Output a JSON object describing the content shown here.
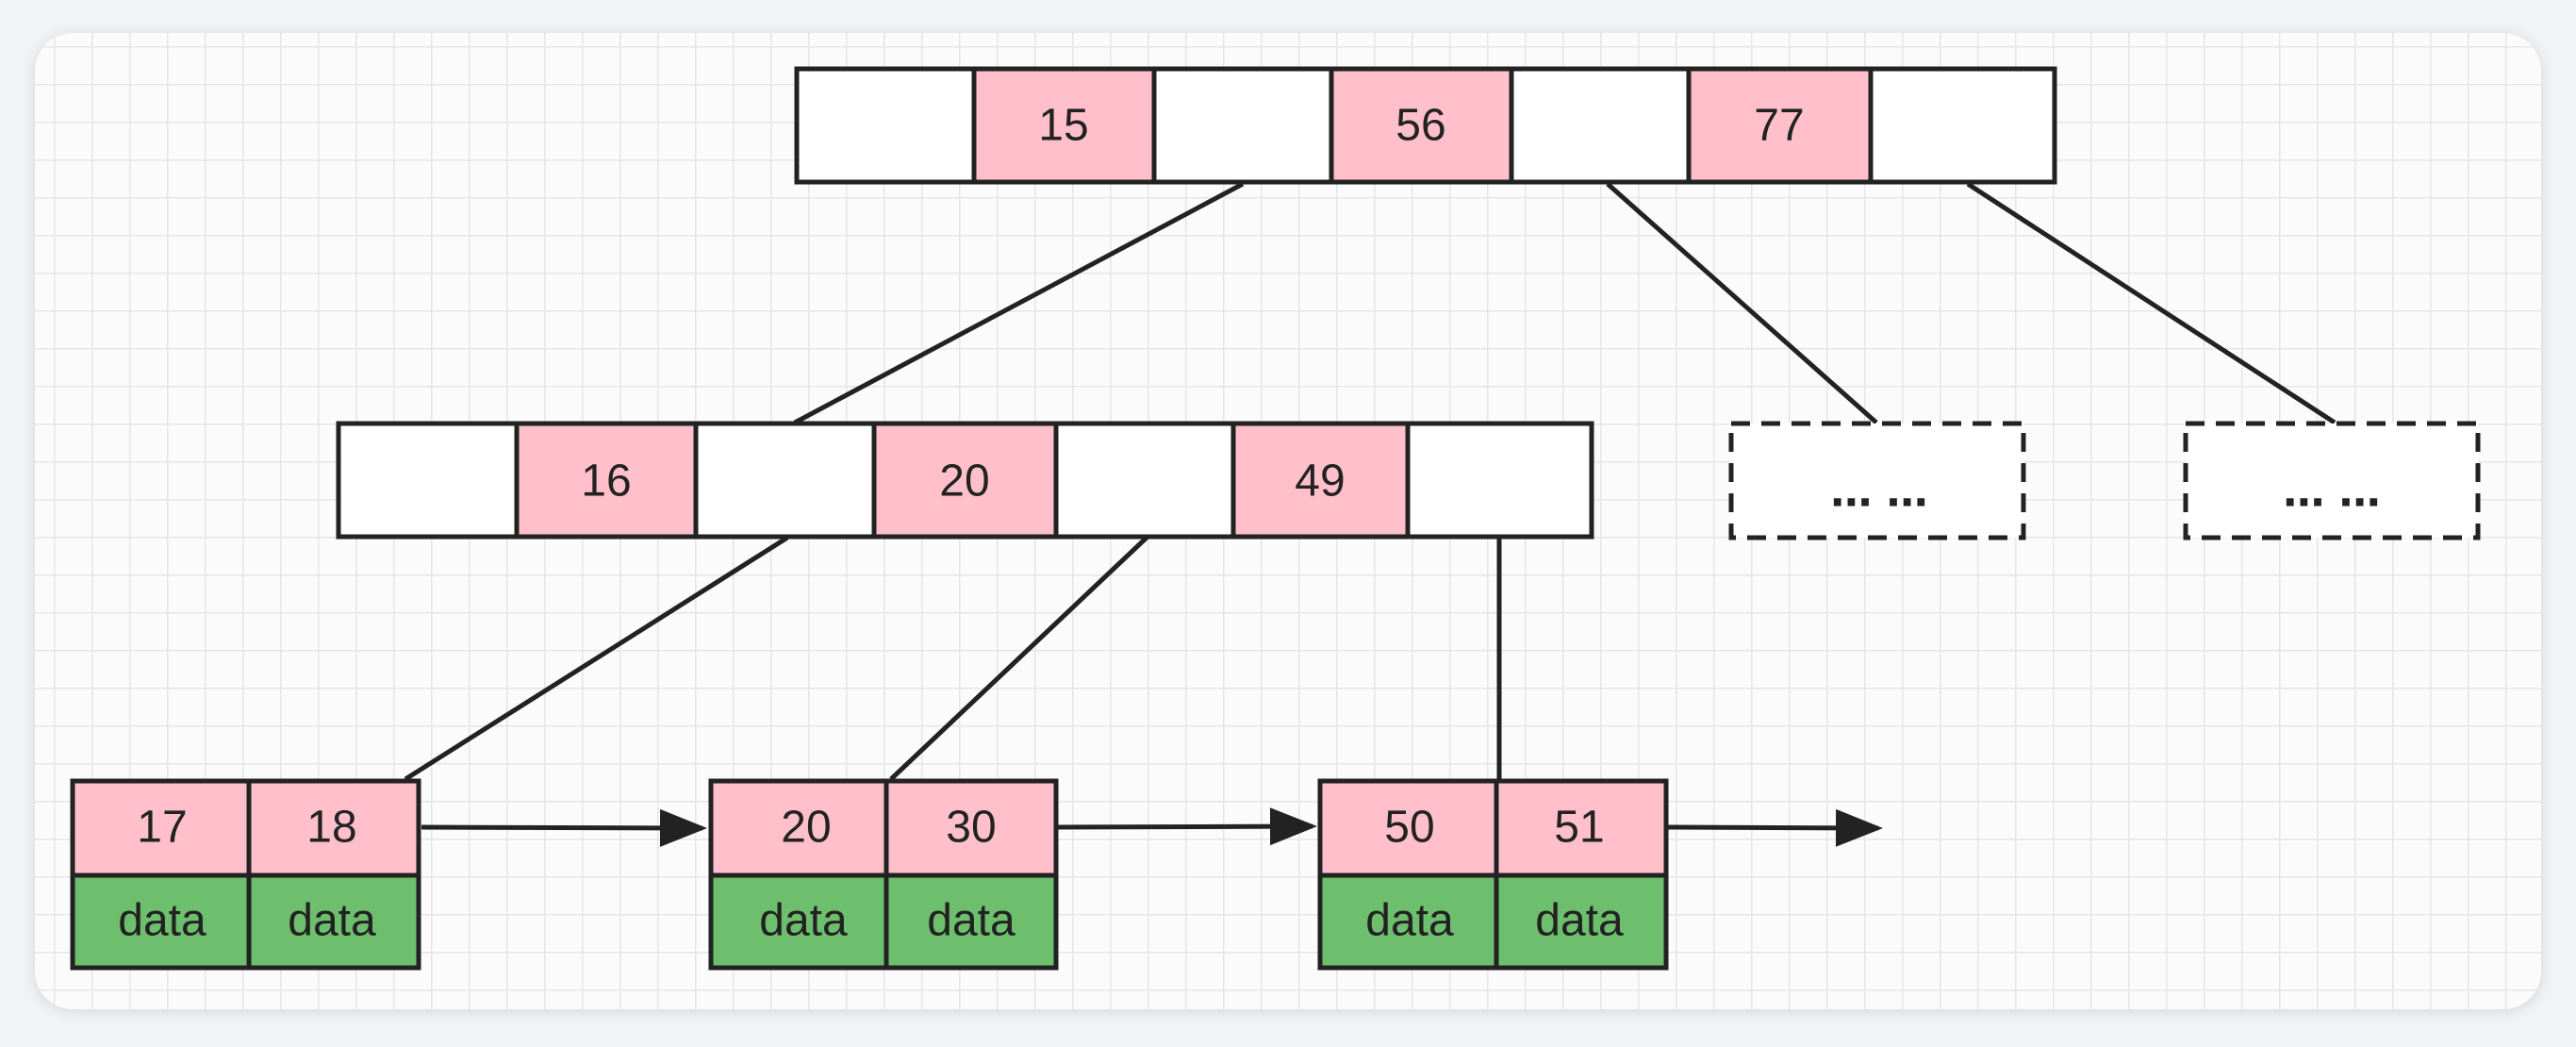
{
  "root_node": {
    "keys": [
      "15",
      "56",
      "77"
    ]
  },
  "internal_node": {
    "keys": [
      "16",
      "20",
      "49"
    ]
  },
  "placeholder_nodes": [
    {
      "label": "… …"
    },
    {
      "label": "… …"
    }
  ],
  "leaf_nodes": [
    {
      "keys": [
        "17",
        "18"
      ],
      "data": [
        "data",
        "data"
      ]
    },
    {
      "keys": [
        "20",
        "30"
      ],
      "data": [
        "data",
        "data"
      ]
    },
    {
      "keys": [
        "50",
        "51"
      ],
      "data": [
        "data",
        "data"
      ]
    }
  ],
  "colors": {
    "key_cell": "#ffc0cb",
    "pointer_cell": "#ffffff",
    "data_cell": "#6dbf6d",
    "stroke": "#222222",
    "grid": "#e6e6e6"
  }
}
